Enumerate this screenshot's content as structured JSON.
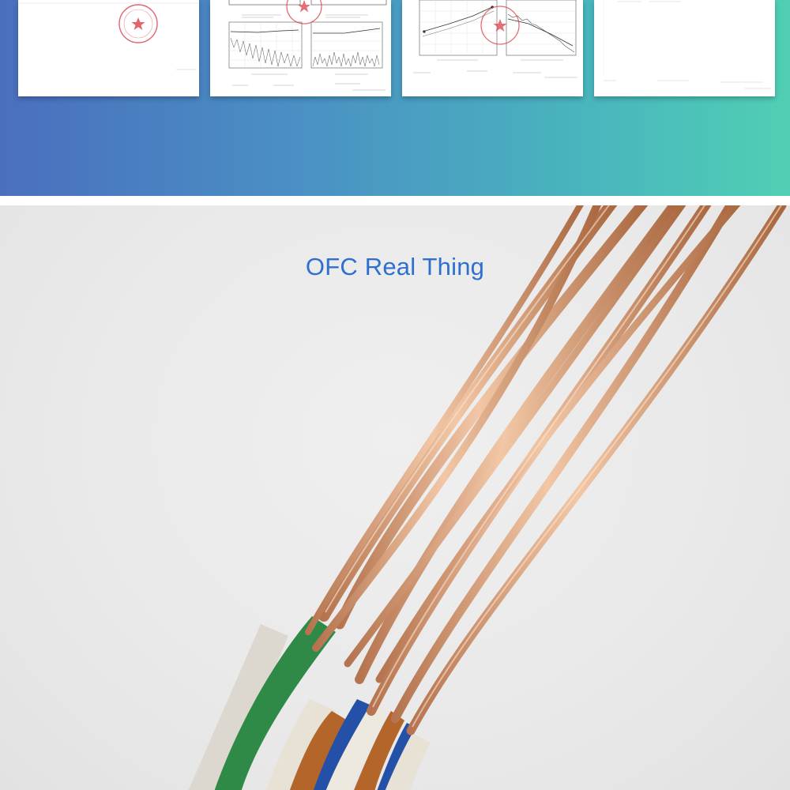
{
  "section": {
    "title": "OFC Real Thing"
  },
  "colors": {
    "banner_start": "#4a6fbe",
    "banner_end": "#50cfb4",
    "title": "#2e6fd0",
    "copper": "#c98e6a",
    "insulation_green": "#2f8a47",
    "insulation_brown": "#b4652a",
    "insulation_blue": "#2450a8",
    "insulation_white": "#e7e1d6",
    "stamp": "#d8323c"
  },
  "certificates": [
    {
      "kind": "stamped-report"
    },
    {
      "kind": "frequency-response-report"
    },
    {
      "kind": "frequency-response-report"
    },
    {
      "kind": "blank-report"
    }
  ]
}
